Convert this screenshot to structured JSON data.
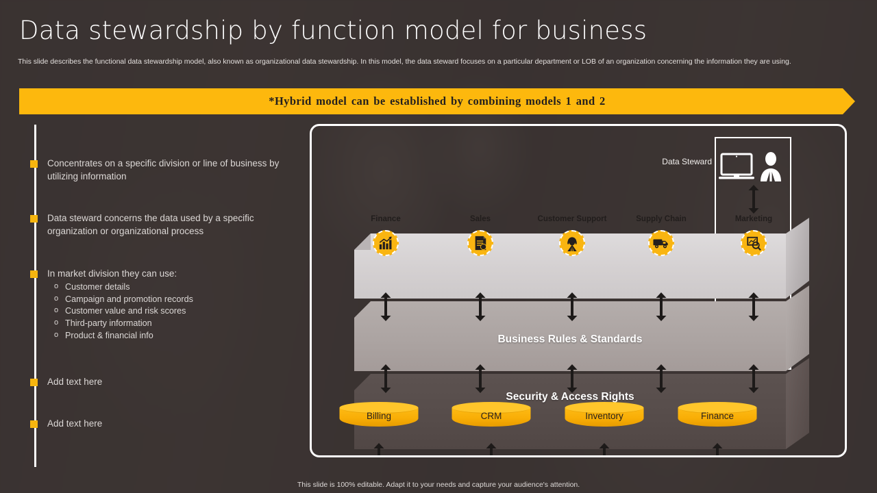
{
  "header": {
    "title": "Data stewardship by function model for business",
    "subtitle": "This slide describes the functional data stewardship model, also known as organizational data stewardship. In this model, the data steward focuses on a particular department or LOB of an organization concerning the information they are using."
  },
  "banner": {
    "text": "*Hybrid model can be established by combining models 1 and 2",
    "color": "#FDB80D",
    "text_color": "#231f1e"
  },
  "bullets": [
    {
      "text": "Concentrates on a specific division or line of business by utilizing information",
      "sub": []
    },
    {
      "text": "Data steward concerns the data used by a specific organization or organizational process",
      "sub": []
    },
    {
      "text": "In market division they can use:",
      "sub": [
        "Customer details",
        "Campaign and promotion records",
        "Customer value and risk scores",
        "Third-party information",
        "Product & financial info"
      ]
    },
    {
      "text": "Add text here",
      "sub": []
    },
    {
      "text": "Add text here",
      "sub": []
    }
  ],
  "diagram": {
    "steward": {
      "label": "Data Steward",
      "laptop_icon": "laptop-icon",
      "person_icon": "businessperson-icon"
    },
    "departments": [
      {
        "label": "Finance",
        "icon": "bar-chart-icon"
      },
      {
        "label": "Sales",
        "icon": "invoice-icon"
      },
      {
        "label": "Customer Support",
        "icon": "support-agent-icon"
      },
      {
        "label": "Supply Chain",
        "icon": "delivery-truck-icon"
      },
      {
        "label": "Marketing",
        "icon": "marketing-analysis-icon"
      }
    ],
    "bands": [
      {
        "title": "Business Rules & Standards"
      },
      {
        "title": "Security & Access Rights"
      }
    ],
    "databases": [
      {
        "label": "Billing"
      },
      {
        "label": "CRM"
      },
      {
        "label": "Inventory"
      },
      {
        "label": "Finance"
      }
    ]
  },
  "footer": {
    "note": "This slide is 100% editable. Adapt it to your needs and capture your audience's attention."
  },
  "colors": {
    "accent_yellow": "#F9B511",
    "background": "#3a3332",
    "panel_border": "#ffffff",
    "text_light": "#dcd8d6"
  }
}
